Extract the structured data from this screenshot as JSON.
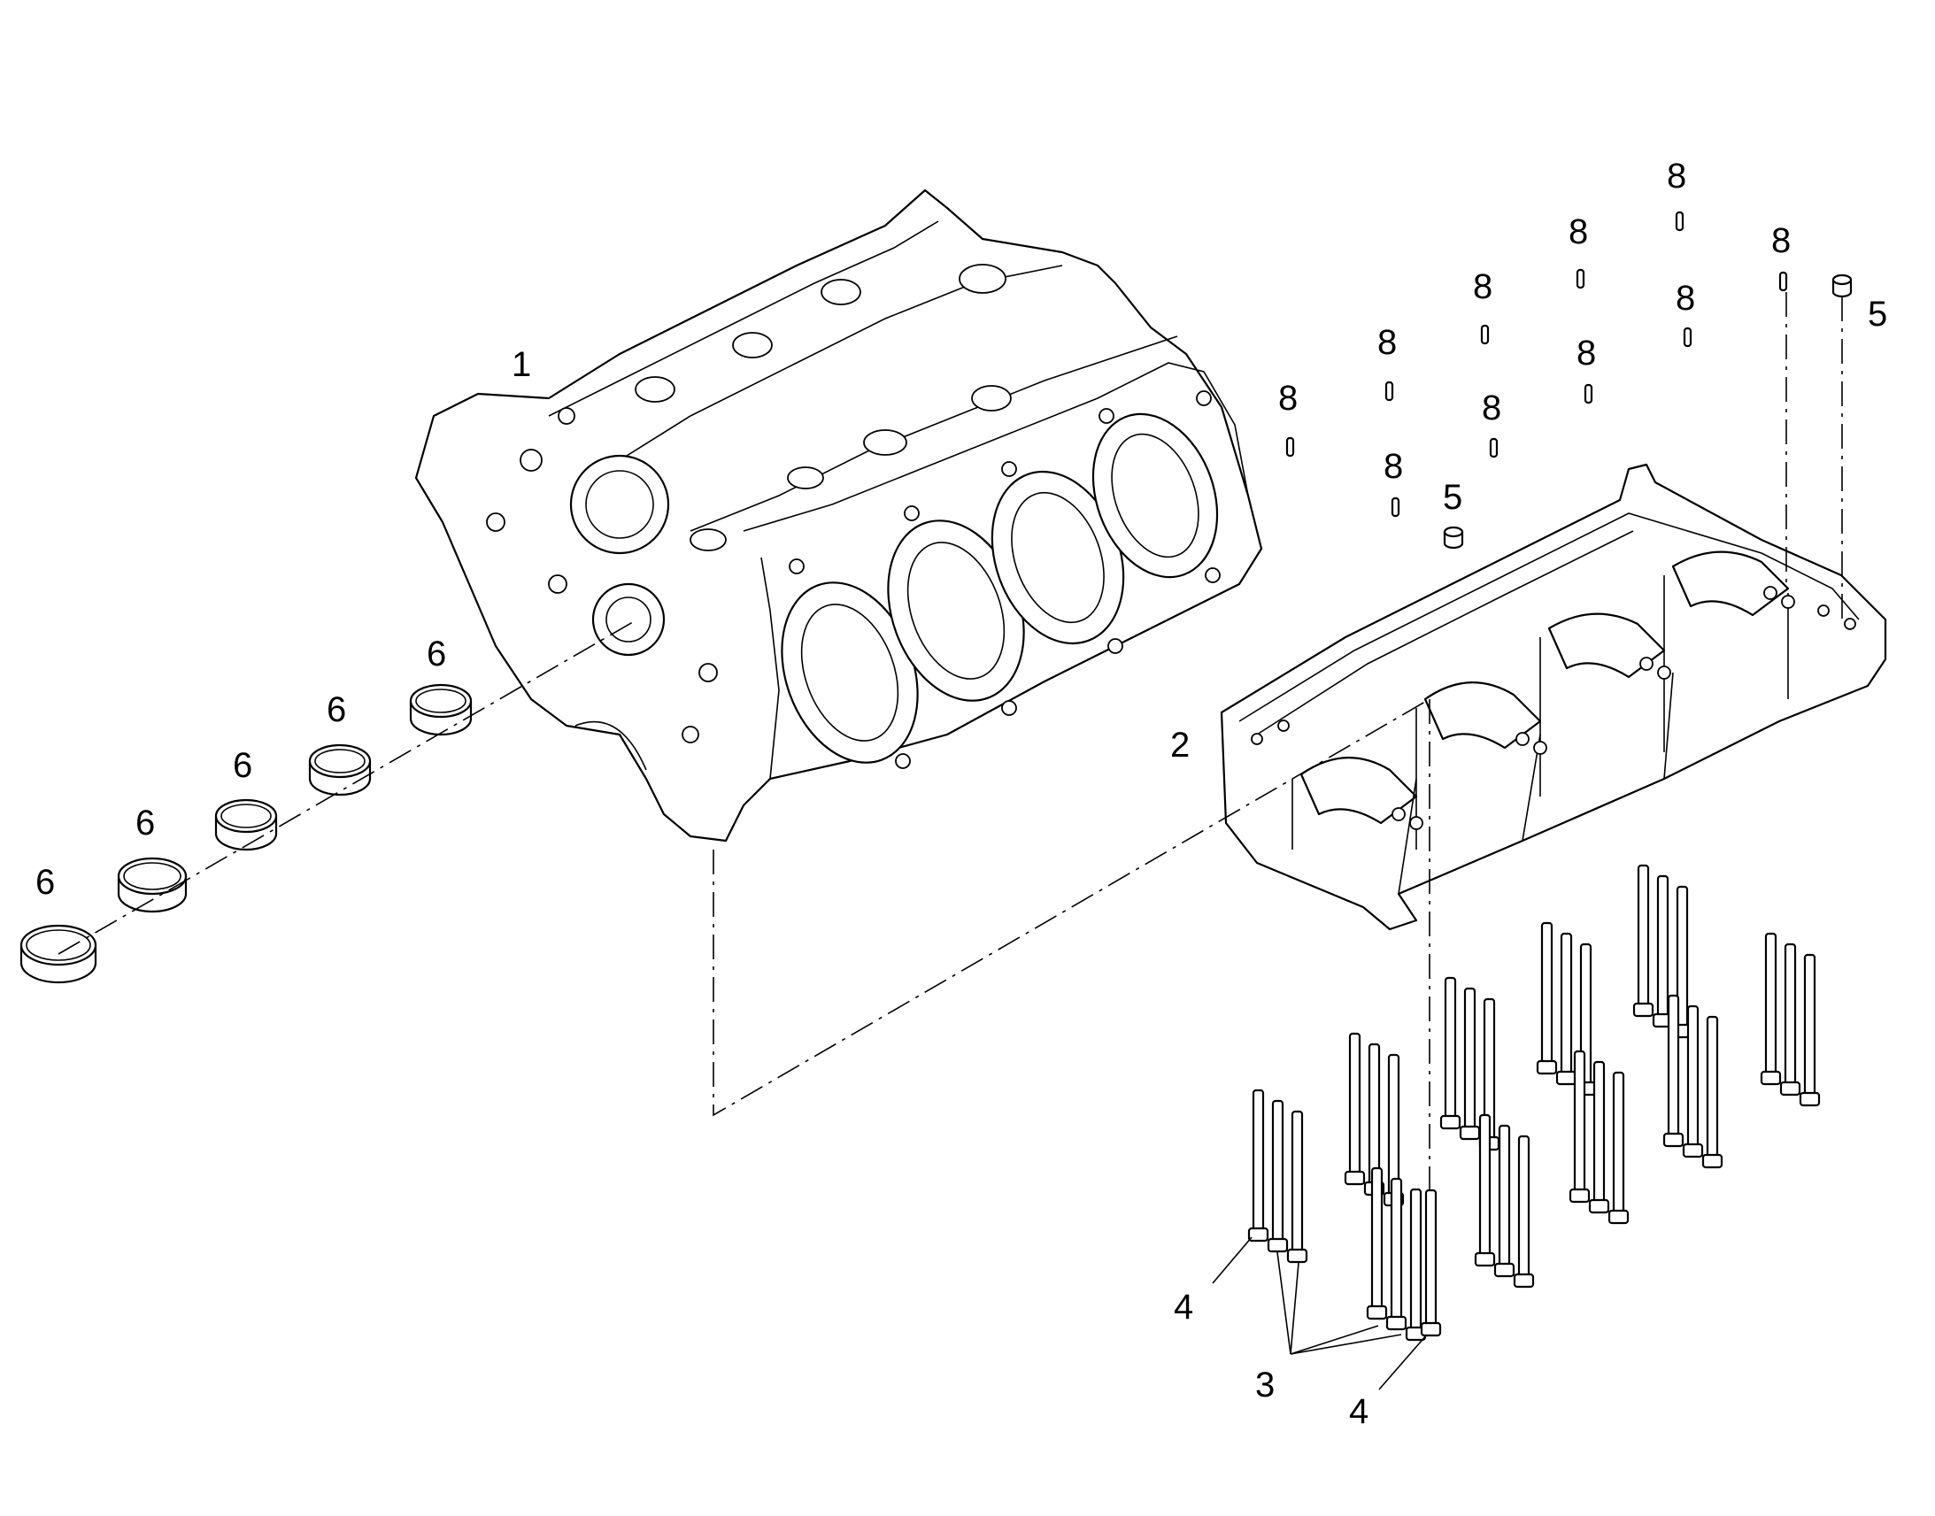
{
  "callouts": {
    "c1": "1",
    "c2": "2",
    "c3": "3",
    "c4a": "4",
    "c4b": "4",
    "c5a": "5",
    "c5b": "5",
    "c6a": "6",
    "c6b": "6",
    "c6c": "6",
    "c6d": "6",
    "c6e": "6",
    "c8a": "8",
    "c8b": "8",
    "c8c": "8",
    "c8d": "8",
    "c8e": "8",
    "c8f": "8",
    "c8g": "8",
    "c8h": "8",
    "c8i": "8",
    "c8j": "8"
  },
  "colors": {
    "line": "#000000",
    "background": "#ffffff"
  }
}
